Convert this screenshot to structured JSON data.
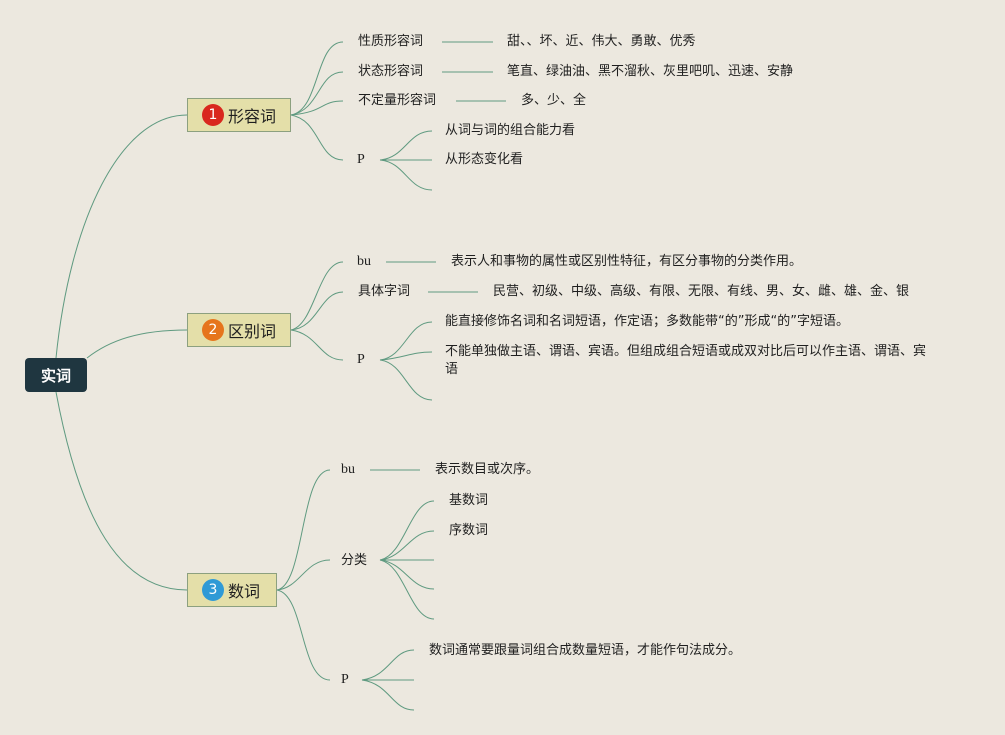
{
  "root": {
    "label": "实词"
  },
  "branches": [
    {
      "number": "1",
      "label": "形容词",
      "badge_color": "#d9281e",
      "children": [
        {
          "label": "性质形容词",
          "detail": "甜、、坏、近、伟大、勇敢、优秀"
        },
        {
          "label": "状态形容词",
          "detail": "笔直、绿油油、黑不溜秋、灰里吧叽、迅速、安静"
        },
        {
          "label": "不定量形容词",
          "detail": "多、少、全"
        },
        {
          "label": "P",
          "items": [
            "从词与词的组合能力看",
            "从形态变化看"
          ]
        }
      ]
    },
    {
      "number": "2",
      "label": "区别词",
      "badge_color": "#e6751c",
      "children": [
        {
          "label": "bu",
          "detail": "表示人和事物的属性或区别性特征，有区分事物的分类作用。"
        },
        {
          "label": "具体字词",
          "detail": "民营、初级、中级、高级、有限、无限、有线、男、女、雌、雄、金、银"
        },
        {
          "label": "P",
          "items": [
            "能直接修饰名词和名词短语，作定语；多数能带“的”形成“的”字短语。",
            "不能单独做主语、谓语、宾语。但组成组合短语或成双对比后可以作主语、谓语、宾语"
          ]
        }
      ]
    },
    {
      "number": "3",
      "label": "数词",
      "badge_color": "#2f9ad6",
      "children": [
        {
          "label": "bu",
          "detail": "表示数目或次序。"
        },
        {
          "label": "分类",
          "items": [
            "基数词",
            "序数词"
          ]
        },
        {
          "label": "P",
          "items": [
            "数词通常要跟量词组合成数量短语，才能作句法成分。"
          ]
        }
      ]
    }
  ]
}
